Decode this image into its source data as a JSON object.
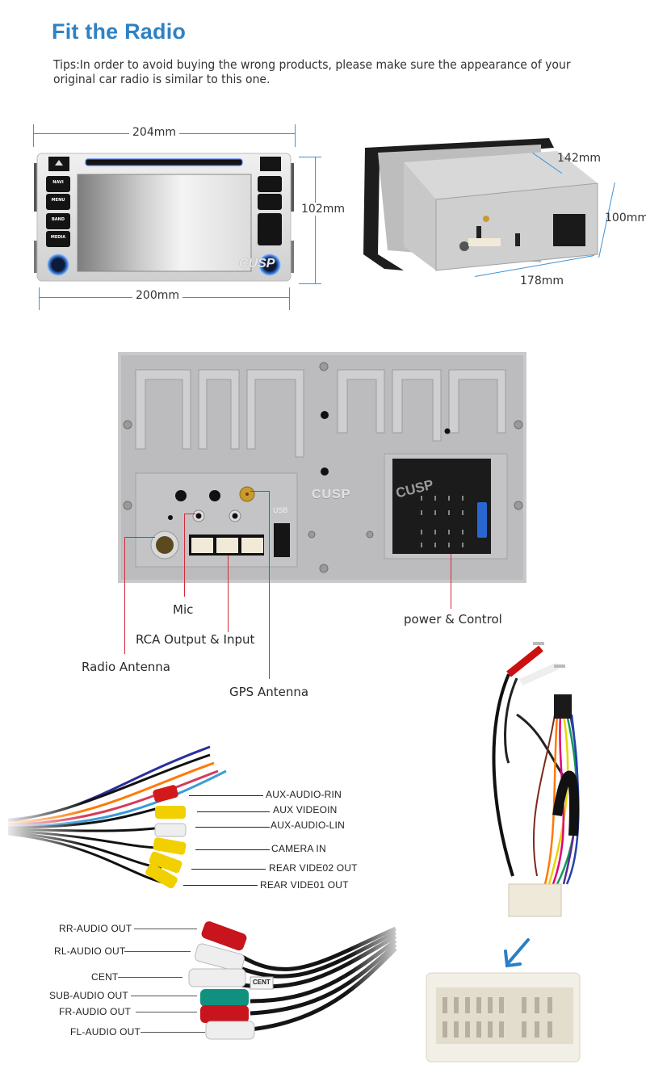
{
  "header": {
    "title": "Fit the Radio",
    "tips": "Tips:In order to avoid buying the wrong products, please make sure the appearance of your original car radio is similar to this one."
  },
  "front_view": {
    "dimensions": {
      "top_width": "204mm",
      "bottom_width": "200mm",
      "height": "102mm"
    },
    "buttons_left": [
      "NAVI",
      "MENU",
      "BAND",
      "MEDIA"
    ],
    "brand_watermark": "CUSP"
  },
  "side_view": {
    "dimensions": {
      "depth": "142mm",
      "height": "100mm",
      "width": "178mm"
    }
  },
  "rear_panel": {
    "brand_marks": [
      "CUSP",
      "CUSP"
    ],
    "usb_label": "USB",
    "callouts": {
      "mic": "Mic",
      "rca": "RCA Output & Input",
      "radio_antenna": "Radio Antenna",
      "gps_antenna": "GPS Antenna",
      "power": "power & Control"
    }
  },
  "video_harness": {
    "labels": [
      "AUX-AUDIO-RIN",
      "AUX VIDEOIN",
      "AUX-AUDIO-LIN",
      "CAMERA IN",
      "REAR VIDE02 OUT",
      "REAR VIDE01 OUT"
    ]
  },
  "audio_harness": {
    "labels": [
      "RR-AUDIO OUT",
      "RL-AUDIO OUT",
      "CENT",
      "SUB-AUDIO OUT",
      "FR-AUDIO OUT",
      "FL-AUDIO OUT"
    ],
    "tag_label": "CENT"
  },
  "colors": {
    "accent_blue": "#2e82c4",
    "dimension_blue": "#3d93d8",
    "callout_red": "#d42a3a",
    "rca_red": "#c8141c",
    "rca_yellow": "#f1d21a",
    "rca_white": "#eeeeee",
    "rca_green": "#119080"
  }
}
